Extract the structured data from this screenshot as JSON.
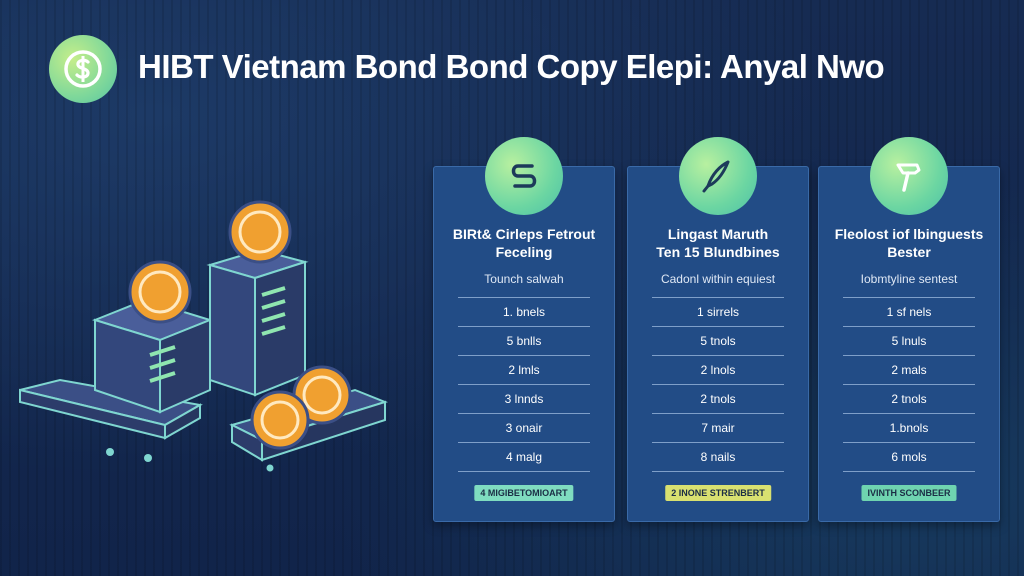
{
  "header": {
    "title": "HIBT Vietnam Bond Bond Copy Elepi: Anyal Nwo",
    "logo_icon": "dollar-coin-icon"
  },
  "colors": {
    "background": "#13264a",
    "card": "#224c86",
    "icon_green": "#6cd6a2",
    "coin_orange": "#f0a030"
  },
  "illustration": {
    "icon": "server-stack-with-coins"
  },
  "cards": [
    {
      "icon": "dollar-sign-icon",
      "heading_line1": "BIRt& Cirleps Fetrout",
      "heading_line2": "Feceling",
      "subtitle": "Tounch salwah",
      "rows": [
        "1. bnels",
        "5 bnlls",
        "2 lmls",
        "3 lnnds",
        "3 onair",
        "4 malg"
      ],
      "badge": "4 MIGIBETOMIOART",
      "badge_color": "#7fdcc0"
    },
    {
      "icon": "feather-pen-icon",
      "heading_line1": "Lingast Maruth",
      "heading_line2": "Ten 15 Blundbines",
      "subtitle": "Cadonl within equiest",
      "rows": [
        "1 sirrels",
        "5 tnols",
        "2 lnols",
        "2 tnols",
        "7 mair",
        "8 nails"
      ],
      "badge": "2 INONE STRENBERT",
      "badge_color": "#d8e070"
    },
    {
      "icon": "hammer-icon",
      "heading_line1": "Fleolost iof lbinguests",
      "heading_line2": "Bester",
      "subtitle": "Iobmtyline sentest",
      "rows": [
        "1 sf nels",
        "5 lnuls",
        "2 mals",
        "2 tnols",
        "1.bnols",
        "6 mols"
      ],
      "badge": "IVINTH SCONBEER",
      "badge_color": "#6fd4b0"
    }
  ]
}
